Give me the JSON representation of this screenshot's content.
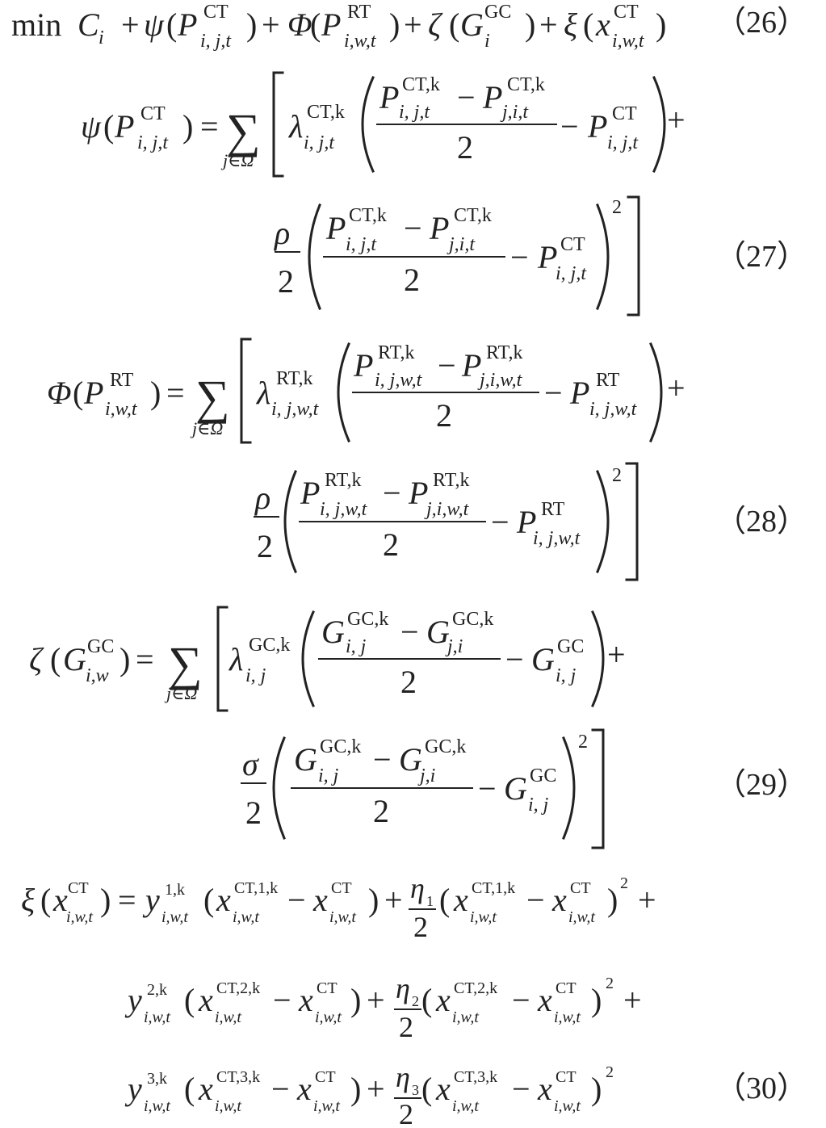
{
  "equations": [
    {
      "number": "（26）"
    },
    {
      "number": "（27）"
    },
    {
      "number": "（28）"
    },
    {
      "number": "（29）"
    },
    {
      "number": "（30）"
    }
  ],
  "symbols": {
    "min": "min",
    "C": "C",
    "psi": "ψ",
    "Phi": "Φ",
    "zeta": "ζ",
    "xi": "ξ",
    "P": "P",
    "G": "G",
    "x": "x",
    "y": "y",
    "lambda": "λ",
    "rho": "ρ",
    "sigma": "σ",
    "eta": "η",
    "sum": "∑",
    "Omega_set": "j∈Ω",
    "two": "2"
  },
  "superscripts": {
    "CT": "CT",
    "RT": "RT",
    "GC": "GC",
    "CTk": "CT,k",
    "RTk": "RT,k",
    "GCk": "GC,k",
    "CT1k": "CT,1,k",
    "CT2k": "CT,2,k",
    "CT3k": "CT,3,k",
    "y1k": "1,k",
    "y2k": "2,k",
    "y3k": "3,k",
    "sq": "2"
  },
  "subscripts": {
    "i": "i",
    "ijt": "i, j,t",
    "jit": "j,i,t",
    "iwt": "i,w,t",
    "ijwt": "i, j,w,t",
    "jiwt": "j,i,w,t",
    "ij": "i, j",
    "ji": "j,i",
    "iw": "i,w",
    "one": "1",
    "two": "2",
    "three": "3"
  }
}
